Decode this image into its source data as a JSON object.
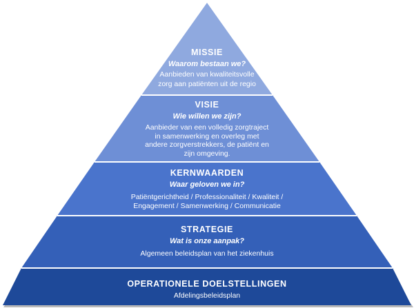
{
  "colors": {
    "tier1": "#8fa9df",
    "tier2": "#6e8fd6",
    "tier3": "#4a74cc",
    "tier4": "#3460b8",
    "tier5": "#1e4999",
    "shadow": "#b9b9b9",
    "separator": "#ffffff"
  },
  "tiers": [
    {
      "key": "missie",
      "title": "MISSIE",
      "question": "Waarom bestaan we?",
      "body": "Aanbieden van kwaliteitsvolle\nzorg aan patiënten uit de regio"
    },
    {
      "key": "visie",
      "title": "VISIE",
      "question": "Wie willen we zijn?",
      "body": "Aanbieder van een volledig zorgtraject\nin samenwerking en overleg met\nandere  zorgverstrekkers, de patiënt en\nzijn omgeving."
    },
    {
      "key": "kernwaarden",
      "title": "KERNWAARDEN",
      "question": "Waar geloven we in?",
      "body": "Patiëntgerichtheid / Professionaliteit / Kwaliteit /\nEngagement / Samenwerking / Communicatie"
    },
    {
      "key": "strategie",
      "title": "STRATEGIE",
      "question": "Wat is onze aanpak?",
      "body": "Algemeen beleidsplan van het ziekenhuis"
    },
    {
      "key": "operationeel",
      "title": "OPERATIONELE DOELSTELLINGEN",
      "question": "",
      "body": "Afdelingsbeleidsplan"
    }
  ]
}
